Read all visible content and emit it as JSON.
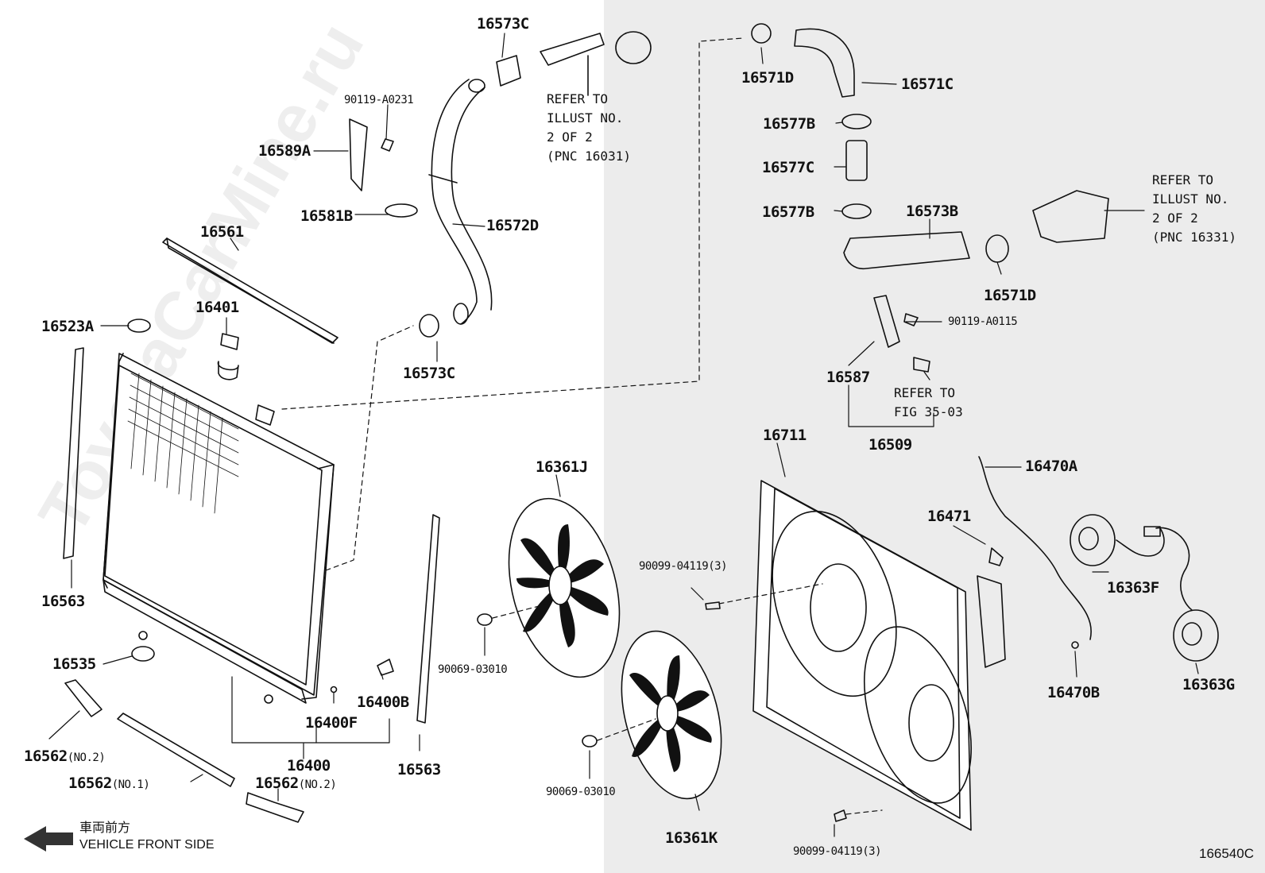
{
  "watermark": "ToyotaCarMine.ru",
  "figure_number": "166540C",
  "direction": {
    "jp": "車両前方",
    "en": "VEHICLE FRONT SIDE"
  },
  "notes": {
    "refer_pnc_16031": "REFER TO\nILLUST NO.\n2 OF 2\n(PNC 16031)",
    "refer_pnc_16331": "REFER TO\nILLUST NO.\n2 OF 2\n(PNC 16331)",
    "refer_fig_3503": "REFER TO\nFIG 35-03"
  },
  "labels": {
    "p16573c_top": "16573C",
    "p90119_a0231": "90119-A0231",
    "p16589a": "16589A",
    "p16581b": "16581B",
    "p16572d": "16572D",
    "p16561": "16561",
    "p16401": "16401",
    "p16523a": "16523A",
    "p16573c_mid": "16573C",
    "p16563_left": "16563",
    "p16535": "16535",
    "p16400b": "16400B",
    "p16400f": "16400F",
    "p16400": "16400",
    "p16562_no2_left": "16562",
    "p16562_no1": "16562",
    "p16562_no2_right": "16562",
    "p16563_right": "16563",
    "p16361j": "16361J",
    "p16361k": "16361K",
    "p90069_a": "90069-03010",
    "p90069_b": "90069-03010",
    "p90099_a": "90099-04119(3)",
    "p90099_b": "90099-04119(3)",
    "p16571d_top": "16571D",
    "p16571c": "16571C",
    "p16577b_top": "16577B",
    "p16577c": "16577C",
    "p16577b_bottom": "16577B",
    "p16573b": "16573B",
    "p16571d_mid": "16571D",
    "p90119_a0115": "90119-A0115",
    "p16587": "16587",
    "p16509": "16509",
    "p16711": "16711",
    "p16470a": "16470A",
    "p16471": "16471",
    "p16363f": "16363F",
    "p16470b": "16470B",
    "p16363g": "16363G"
  },
  "qualifiers": {
    "no1": "(NO.1)",
    "no2": "(NO.2)"
  }
}
